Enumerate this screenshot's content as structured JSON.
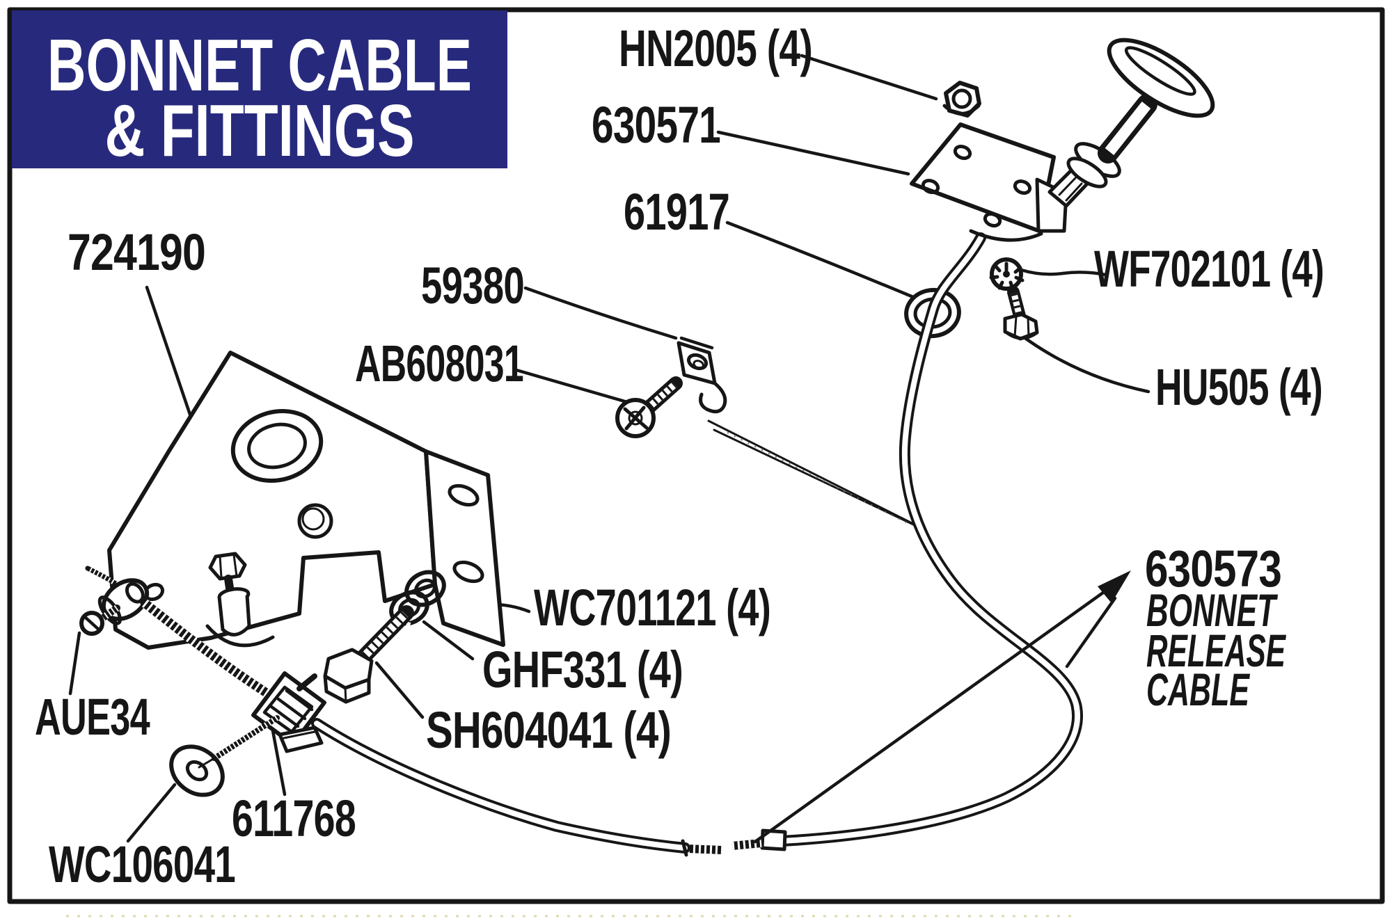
{
  "header": {
    "title_line1": "BONNET CABLE",
    "title_line2": "& FITTINGS"
  },
  "colors": {
    "title_bg": "#272a7c",
    "title_fg": "#ffffff",
    "ink": "#161616",
    "paper": "#ffffff"
  },
  "parts": {
    "hn2005": "HN2005 (4)",
    "b630571": "630571",
    "g61917": "61917",
    "wf702101": "WF702101 (4)",
    "hu505": "HU505 (4)",
    "b724190": "724190",
    "c59380": "59380",
    "ab608031": "AB608031",
    "wc701121": "WC701121 (4)",
    "ghf331": "GHF331 (4)",
    "sh604041": "SH604041 (4)",
    "aue34": "AUE34",
    "c611768": "611768",
    "wc106041": "WC106041",
    "c630573": "630573"
  },
  "cable_note": {
    "line1": "BONNET",
    "line2": "RELEASE",
    "line3": "CABLE"
  }
}
